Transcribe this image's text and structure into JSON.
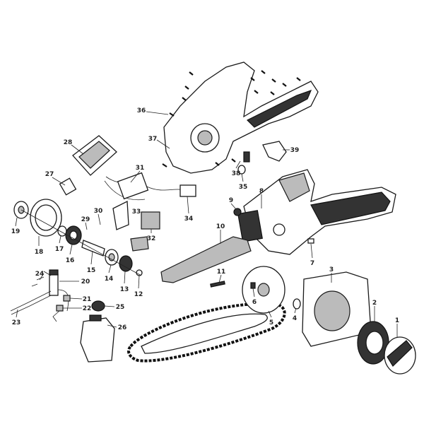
{
  "diagram": {
    "type": "exploded-parts-diagram",
    "labels": {
      "1": "1",
      "2": "2",
      "3": "3",
      "4": "4",
      "5": "5",
      "6": "6",
      "7": "7",
      "8": "8",
      "9": "9",
      "10": "10",
      "11": "11",
      "12": "12",
      "13": "13",
      "14": "14",
      "15": "15",
      "16": "16",
      "17": "17",
      "18": "18",
      "19": "19",
      "20": "20",
      "21": "21",
      "22": "22",
      "23": "23",
      "24": "24",
      "25": "25",
      "26": "26",
      "27": "27",
      "28": "28",
      "29": "29",
      "30": "30",
      "31": "31",
      "32": "32",
      "33": "33",
      "34": "34",
      "35": "35",
      "36": "36",
      "37": "37",
      "38": "38",
      "39": "39"
    },
    "colors": {
      "line": "#1a1a1a",
      "grip": "#333333",
      "fill": "#bbbbbb"
    }
  }
}
